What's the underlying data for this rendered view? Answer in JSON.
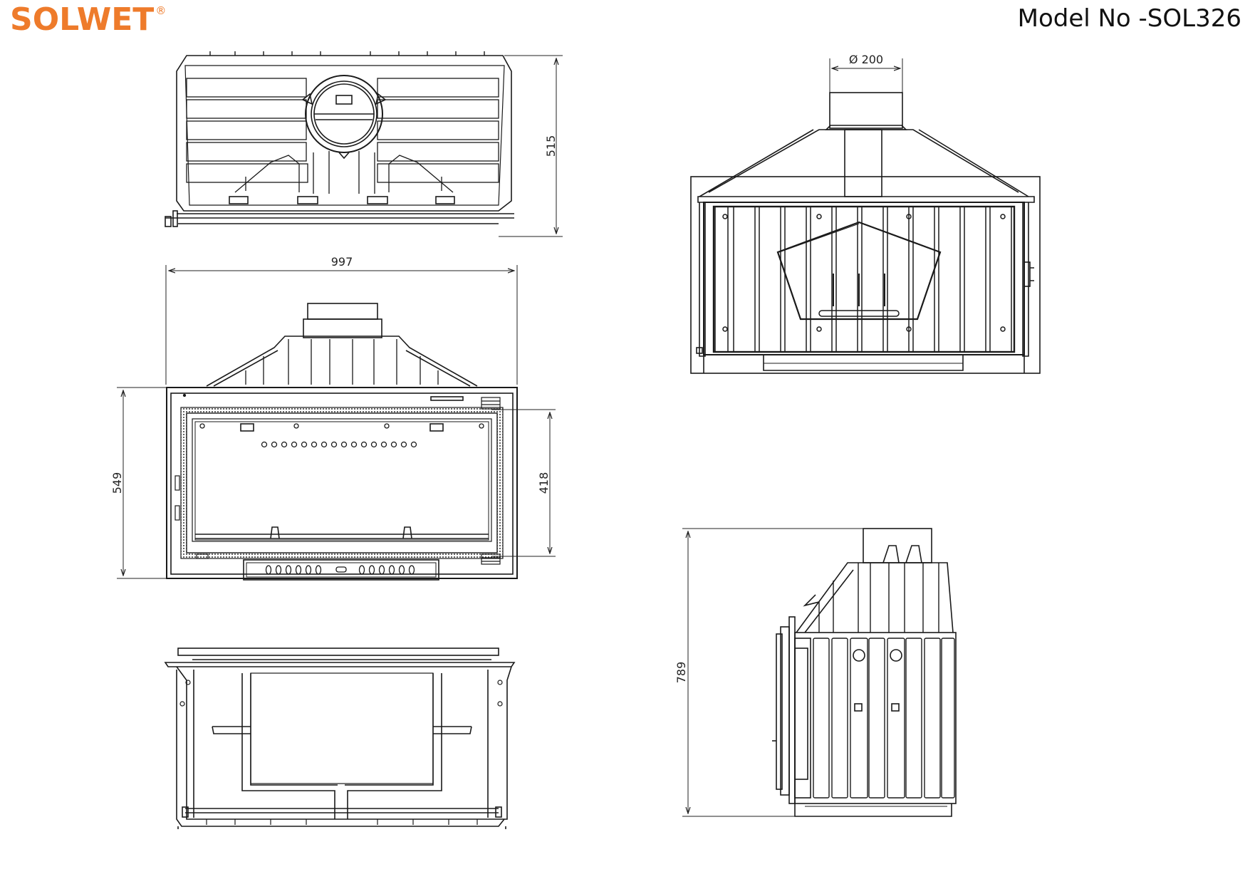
{
  "brand": {
    "name": "SOLWET",
    "registered_mark": "®",
    "color": "#ee7b2b"
  },
  "model_label": "Model No -SOL326",
  "dimensions": {
    "top_depth": "515",
    "width": "997",
    "flue_diameter": "Ø 200",
    "front_height": "549",
    "glass_height": "418",
    "total_height": "789"
  },
  "line_color": "#1a1a1a"
}
